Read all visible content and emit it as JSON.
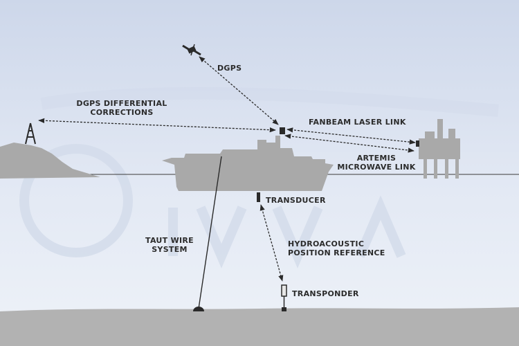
{
  "labels": {
    "dgps": "DGPS",
    "dgps_diff_line1": "DGPS DIFFERENTIAL",
    "dgps_diff_line2": "CORRECTIONS",
    "fanbeam": "FANBEAM LASER LINK",
    "artemis_line1": "ARTEMIS",
    "artemis_line2": "MICROWAVE LINK",
    "transducer": "TRANSDUCER",
    "taut_wire_line1": "TAUT WIRE",
    "taut_wire_line2": "SYSTEM",
    "hydro_line1": "HYDROACOUSTIC",
    "hydro_line2": "POSITION REFERENCE",
    "transponder": "TRANSPONDER"
  },
  "colors": {
    "sky_top": "#c9d4e8",
    "sky_bottom": "#e9eef7",
    "silhouette": "#a9a9a9",
    "line": "#2a2a2a",
    "seabed": "#b2b2b2",
    "watermark": "#d3dcea"
  }
}
